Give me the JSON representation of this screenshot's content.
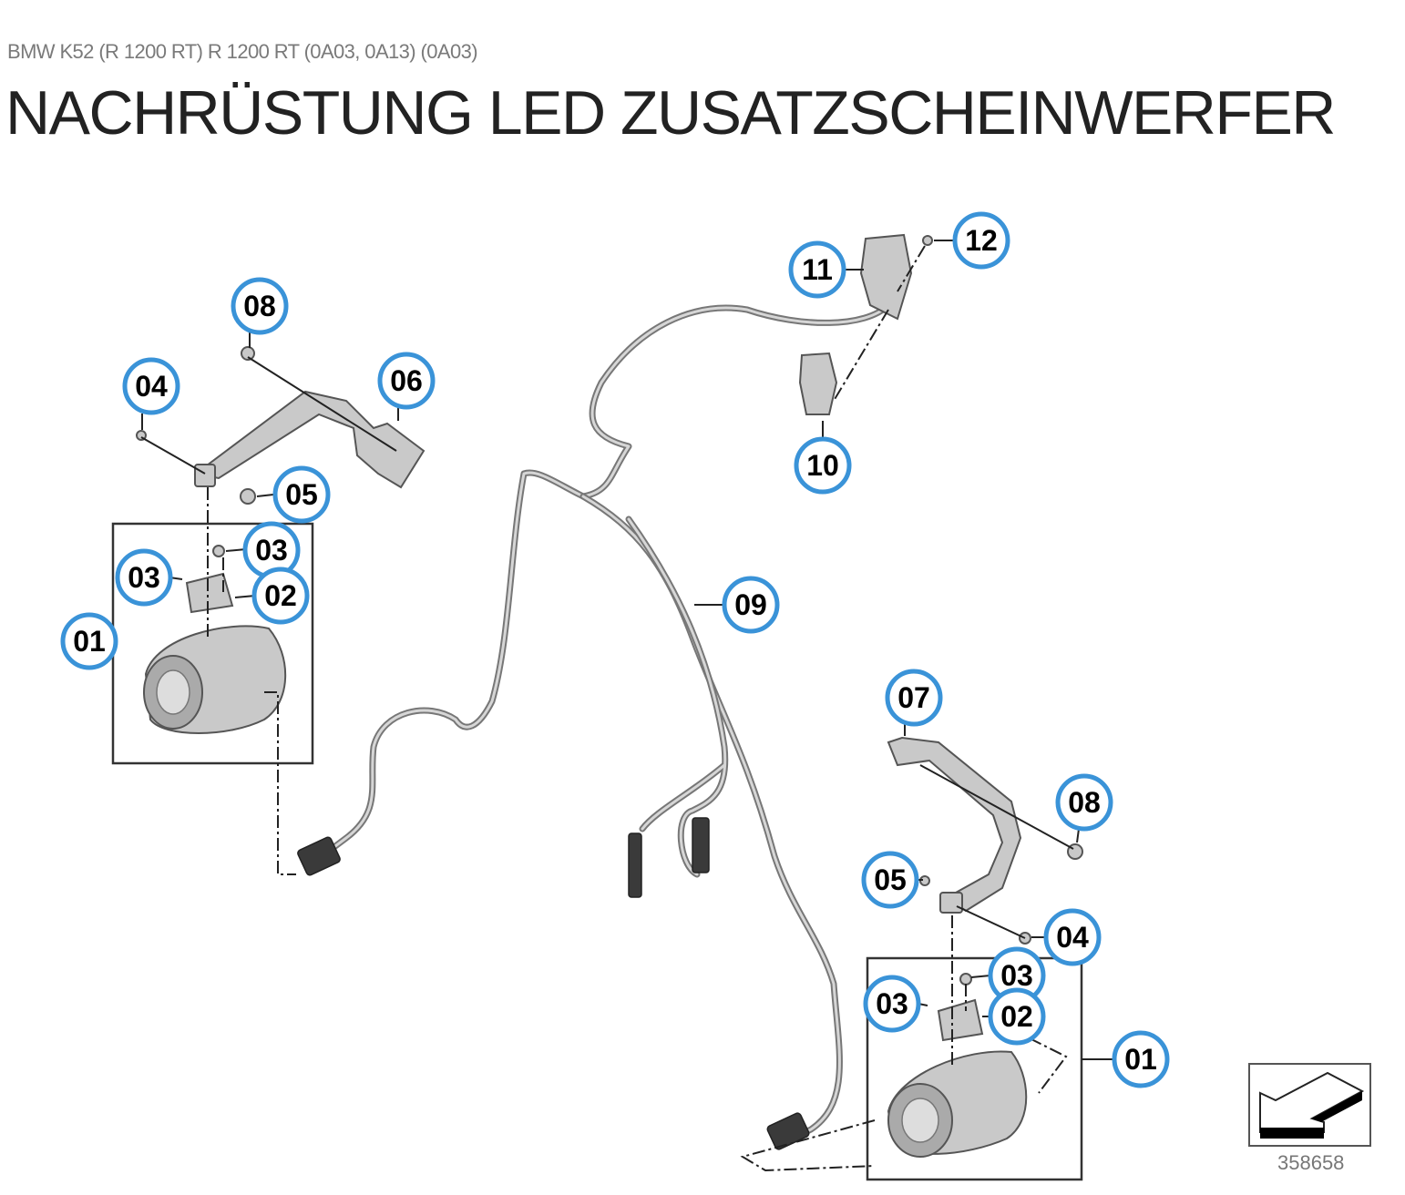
{
  "header": {
    "breadcrumb": "BMW K52 (R 1200 RT) R 1200 RT (0A03, 0A13) (0A03)",
    "title": "NACHRÜSTUNG LED ZUSATZSCHEINWERFER"
  },
  "diagram": {
    "callouts": [
      "08",
      "04",
      "06",
      "05",
      "03",
      "03",
      "02",
      "01",
      "11",
      "12",
      "10",
      "09",
      "07",
      "08",
      "05",
      "04",
      "03",
      "03",
      "02",
      "01"
    ],
    "reference_number": "358658",
    "orientation_icon": "arrow-direction-icon",
    "callout_color": "#3a93d8"
  }
}
